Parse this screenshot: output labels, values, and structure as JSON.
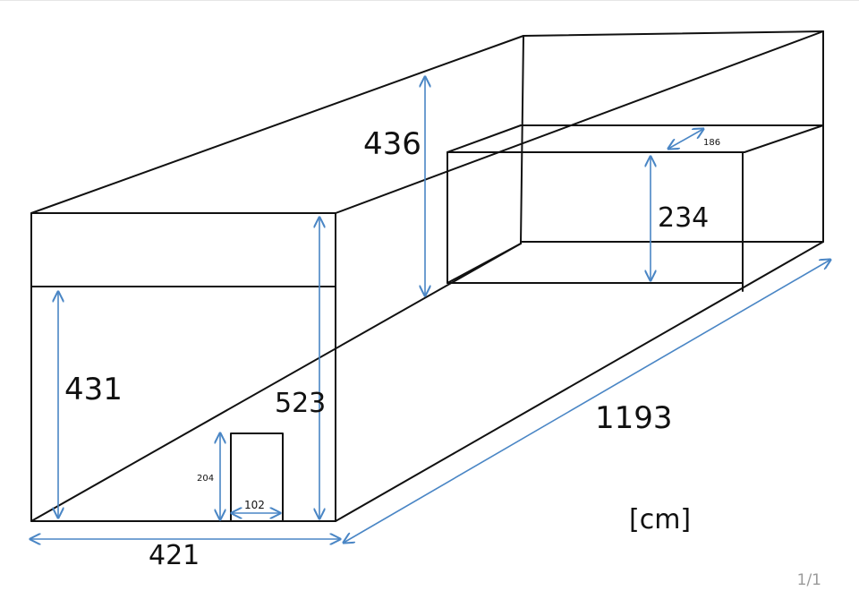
{
  "diagram": {
    "dimensions": {
      "back_height": "436",
      "depth_marker": "186",
      "box_height": "234",
      "left_height": "431",
      "front_height": "523",
      "door_height": "204",
      "door_width": "102",
      "front_width": "421",
      "length": "1193"
    },
    "unit": "[cm]"
  },
  "viewer": {
    "page_indicator": "1/1"
  },
  "colors": {
    "ink": "#111111",
    "dimension_line": "#4a86c5",
    "background": "#ffffff"
  }
}
